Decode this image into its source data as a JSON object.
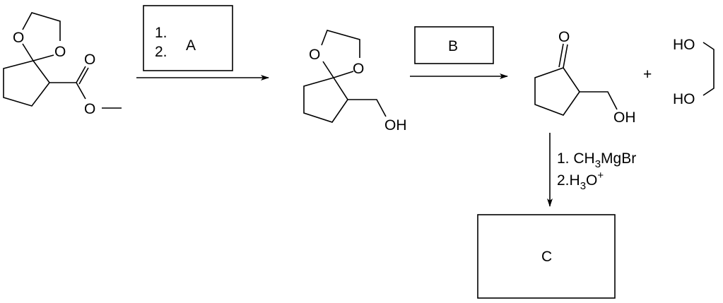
{
  "atoms": {
    "O": "O",
    "OH": "OH",
    "HO": "HO"
  },
  "step1": {
    "line1": "1.",
    "line2": "2.",
    "reagent": "A"
  },
  "step2": {
    "reagent": "B"
  },
  "plus": "+",
  "step3": {
    "line1_prefix": "1. CH",
    "line1_sub": "3",
    "line1_suffix": "MgBr",
    "line2_prefix": "2.H",
    "line2_sub": "3",
    "line2_o": "O",
    "line2_sup": "+"
  },
  "product": {
    "label": "C"
  }
}
